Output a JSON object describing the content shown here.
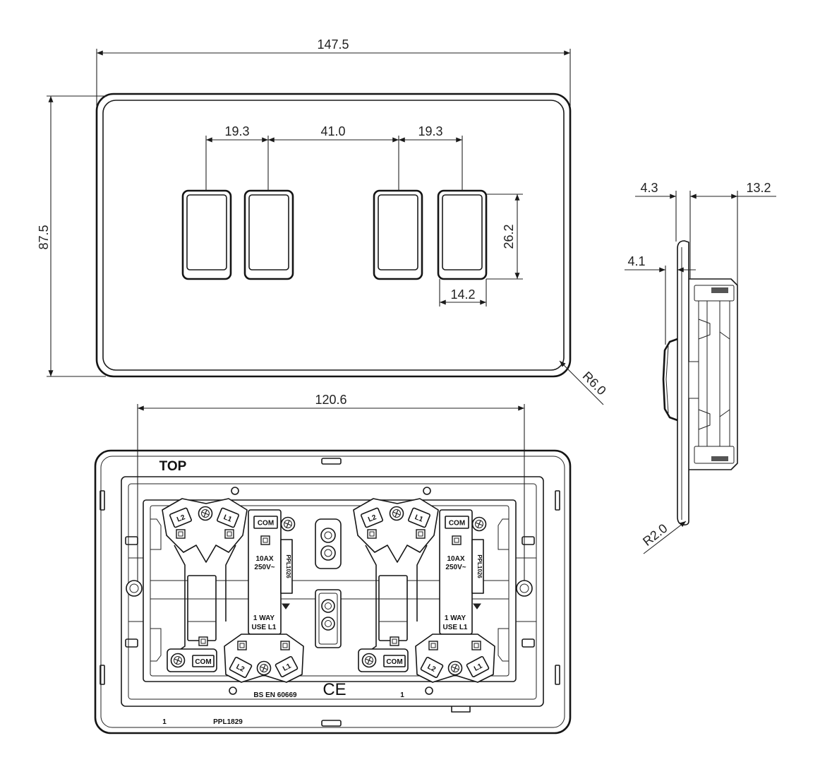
{
  "front_view": {
    "overall_width": "147.5",
    "overall_height": "87.5",
    "rocker_pitch_left": "19.3",
    "rocker_gap_center": "41.0",
    "rocker_pitch_right": "19.3",
    "rocker_height": "26.2",
    "rocker_width": "14.2",
    "corner_radius": "R6.0"
  },
  "side_view": {
    "plate_depth": "4.3",
    "body_depth": "13.2",
    "rocker_protrusion": "4.1",
    "corner_radius": "R2.0"
  },
  "back_view": {
    "fixing_centres": "120.6",
    "orientation_label": "TOP",
    "modules": [
      {
        "top_terminal_left": "L2",
        "top_terminal_right": "L1",
        "top_common": "COM",
        "rating_current": "10AX",
        "rating_voltage": "250V~",
        "part_code": "PPL1026",
        "way_label": "1 WAY",
        "use_label": "USE L1",
        "bottom_terminal_left": "L2",
        "bottom_terminal_right": "L1",
        "bottom_common": "COM"
      },
      {
        "top_terminal_left": "L2",
        "top_terminal_right": "L1",
        "top_common": "COM",
        "rating_current": "10AX",
        "rating_voltage": "250V~",
        "part_code": "PPL1026",
        "way_label": "1 WAY",
        "use_label": "USE L1",
        "bottom_terminal_left": "L2",
        "bottom_terminal_right": "L1",
        "bottom_common": "COM"
      }
    ],
    "standard": "BS EN 60669",
    "ce_mark": "CE",
    "cavity_number_center": "1",
    "cavity_number_left": "1",
    "part_number": "PPL1829"
  },
  "colors": {
    "line": "#1a1a1a",
    "background": "#ffffff"
  }
}
